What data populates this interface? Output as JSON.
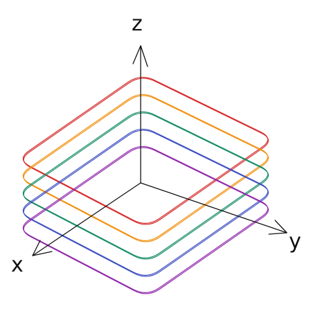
{
  "axes": {
    "x_label": "x",
    "y_label": "y",
    "z_label": "z"
  },
  "layers": [
    {
      "color": "#d62728"
    },
    {
      "color": "#f28e0b"
    },
    {
      "color": "#138a64"
    },
    {
      "color": "#3b4cc0"
    },
    {
      "color": "#8e24aa"
    }
  ]
}
